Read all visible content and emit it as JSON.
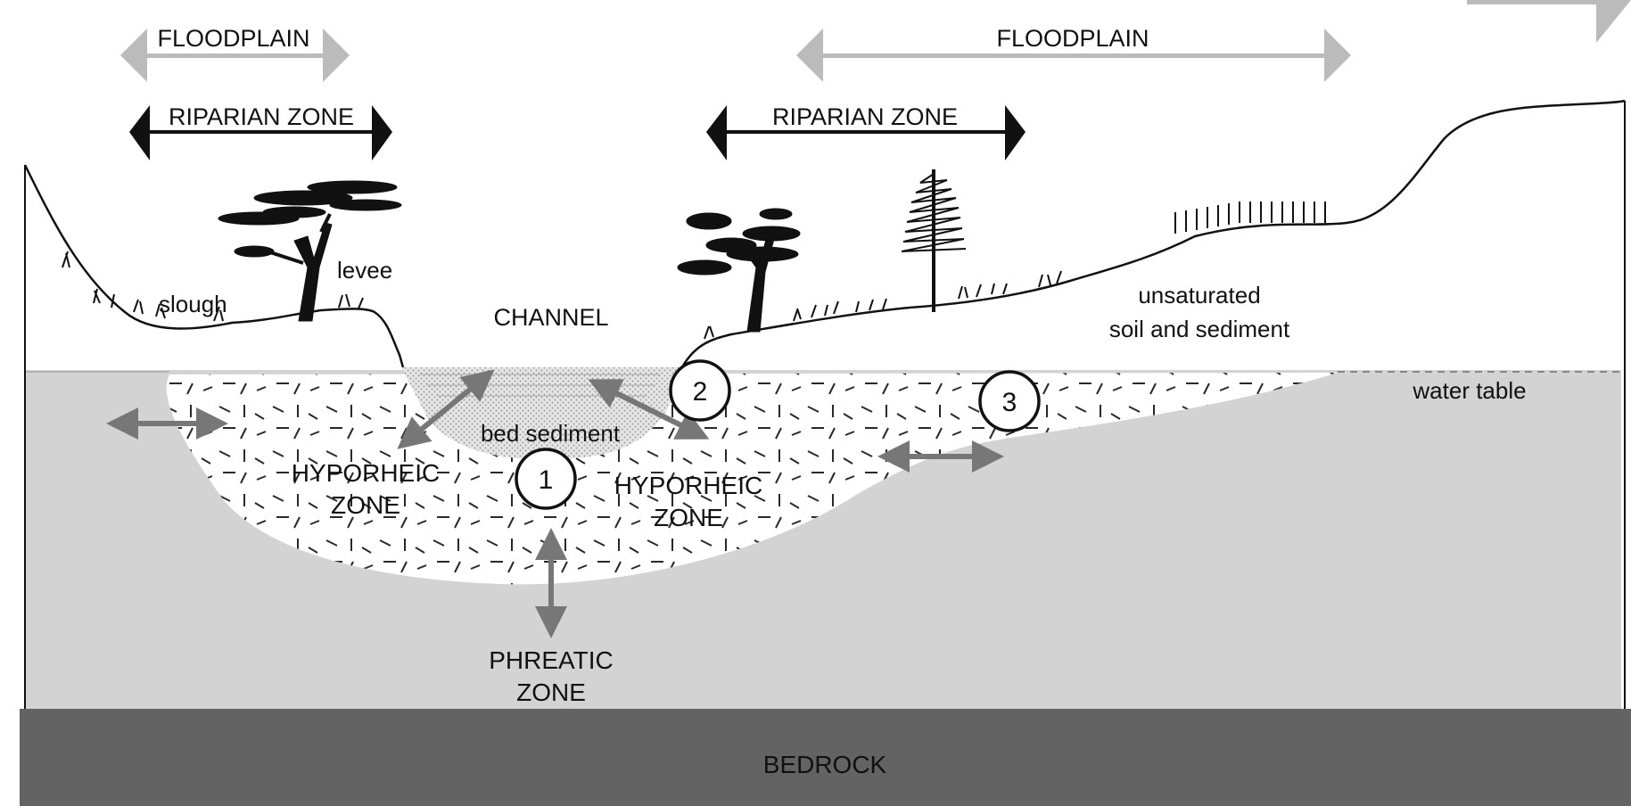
{
  "labels": {
    "floodplain_left": "FLOODPLAIN",
    "floodplain_right": "FLOODPLAIN",
    "riparian_left": "RIPARIAN ZONE",
    "riparian_right": "RIPARIAN ZONE",
    "slough": "slough",
    "levee": "levee",
    "channel": "CHANNEL",
    "unsaturated_line1": "unsaturated",
    "unsaturated_line2": "soil and sediment",
    "water_table": "water table",
    "bed_sediment": "bed sediment",
    "hyporheic_left_line1": "HYPORHEIC",
    "hyporheic_left_line2": "ZONE",
    "hyporheic_right_line1": "HYPORHEIC",
    "hyporheic_right_line2": "ZONE",
    "phreatic_line1": "PHREATIC",
    "phreatic_line2": "ZONE",
    "bedrock": "BEDROCK"
  },
  "markers": [
    "1",
    "2",
    "3"
  ],
  "colors": {
    "saturated": "#d3d3d3",
    "bedrock": "#636363",
    "arrow_gray": "#777777",
    "floodplain_arrow": "#bbbbbb",
    "ink": "#111111"
  }
}
